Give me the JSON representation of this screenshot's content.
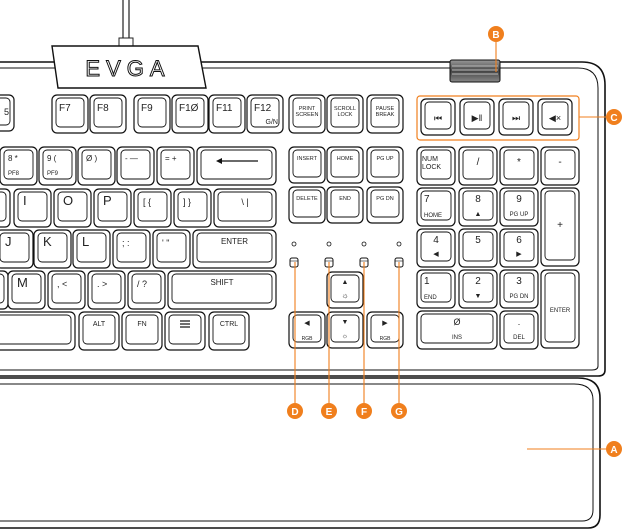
{
  "brand": "EVGA",
  "function_keys": [
    {
      "id": "f7",
      "label": "F7"
    },
    {
      "id": "f8",
      "label": "F8"
    },
    {
      "id": "f9",
      "label": "F9"
    },
    {
      "id": "f10",
      "label": "F1Ø"
    },
    {
      "id": "f11",
      "label": "F11"
    },
    {
      "id": "f12",
      "label": "F12",
      "sub": "G/N"
    }
  ],
  "system_keys": [
    {
      "id": "print-screen",
      "l1": "PRINT",
      "l2": "SCREEN"
    },
    {
      "id": "scroll-lock",
      "l1": "SCROLL",
      "l2": "LOCK"
    },
    {
      "id": "pause-break",
      "l1": "PAUSE",
      "l2": "BREAK"
    }
  ],
  "media_keys": [
    {
      "id": "previous",
      "icon": "previous-track-icon",
      "glyph": "⏮"
    },
    {
      "id": "play-pause",
      "icon": "play-pause-icon",
      "glyph": "▶‖"
    },
    {
      "id": "next",
      "icon": "next-track-icon",
      "glyph": "⏭"
    },
    {
      "id": "mute",
      "icon": "mute-icon",
      "glyph": "◀×"
    }
  ],
  "number_row": [
    {
      "id": "8",
      "main": "8 *",
      "sub": "PF8"
    },
    {
      "id": "9",
      "main": "9 (",
      "sub": "PF9"
    },
    {
      "id": "0",
      "main": "Ø )"
    },
    {
      "id": "minus",
      "main": "- —"
    },
    {
      "id": "equals",
      "main": "= +"
    }
  ],
  "nav_keys": [
    "INSERT",
    "HOME",
    "PG UP",
    "DELETE",
    "END",
    "PG DN"
  ],
  "numpad": {
    "numlock": [
      "NUM",
      "LOCK"
    ],
    "slash": "/",
    "star": "*",
    "minus": "-",
    "plus": "+",
    "enter": "ENTER",
    "n7": [
      "7",
      "HOME"
    ],
    "n8": [
      "8",
      "▲"
    ],
    "n9": [
      "9",
      "PG UP"
    ],
    "n4": [
      "4",
      "◀"
    ],
    "n5": [
      "5"
    ],
    "n6": [
      "6",
      "▶"
    ],
    "n1": [
      "1",
      "END"
    ],
    "n2": [
      "2",
      "▼"
    ],
    "n3": [
      "3",
      "PG DN"
    ],
    "n0": [
      "Ø",
      "INS"
    ],
    "dot": [
      ".",
      "DEL"
    ]
  },
  "letter_keys": {
    "i": "I",
    "o": "O",
    "p": "P",
    "bracket_l": "[ {",
    "bracket_r": "] }",
    "backslash": "\\ |",
    "j": "J",
    "k": "K",
    "l": "L",
    "semicolon": "; :",
    "quote": "' \"",
    "enter": "ENTER",
    "m": "M",
    "comma": ", <",
    "period": ". >",
    "slash": "/ ?",
    "shift": "SHIFT",
    "alt": "ALT",
    "fn": "FN",
    "ctrl": "CTRL"
  },
  "rgb_label": "RGB",
  "callouts": [
    {
      "id": "A",
      "text": "A"
    },
    {
      "id": "B",
      "text": "B"
    },
    {
      "id": "C",
      "text": "C"
    },
    {
      "id": "D",
      "text": "D"
    },
    {
      "id": "E",
      "text": "E"
    },
    {
      "id": "F",
      "text": "F"
    },
    {
      "id": "G",
      "text": "G"
    }
  ],
  "colors": {
    "callout": "#f07f1d",
    "callout_line": "#f07f1d",
    "outline": "#111111",
    "brand_bar": "#cfcfcf"
  }
}
